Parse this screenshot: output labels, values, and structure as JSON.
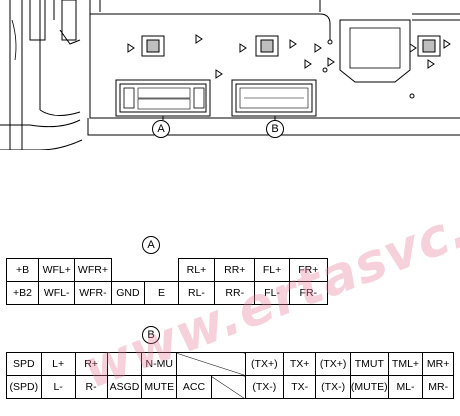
{
  "connector_labels": {
    "a": "A",
    "b": "B"
  },
  "connector_a": {
    "rows": [
      [
        "+B",
        "WFL+",
        "WFR+",
        "",
        "",
        "RL+",
        "RR+",
        "FL+",
        "FR+"
      ],
      [
        "+B2",
        "WFL-",
        "WFR-",
        "GND",
        "E",
        "RL-",
        "RR-",
        "FL-",
        "FR-"
      ]
    ]
  },
  "connector_b": {
    "rows": [
      [
        "SPD",
        "L+",
        "R+",
        "",
        "N-MU",
        "",
        "",
        "(TX+)",
        "TX+",
        "(TX+)",
        "TMUT",
        "TML+",
        "MR+"
      ],
      [
        "(SPD)",
        "L-",
        "R-",
        "ASGD",
        "MUTE",
        "ACC",
        "",
        "(TX-)",
        "TX-",
        "(TX-)",
        "(MUTE)",
        "ML-",
        "MR-"
      ]
    ]
  },
  "watermark": "www.ertasvc.ru"
}
